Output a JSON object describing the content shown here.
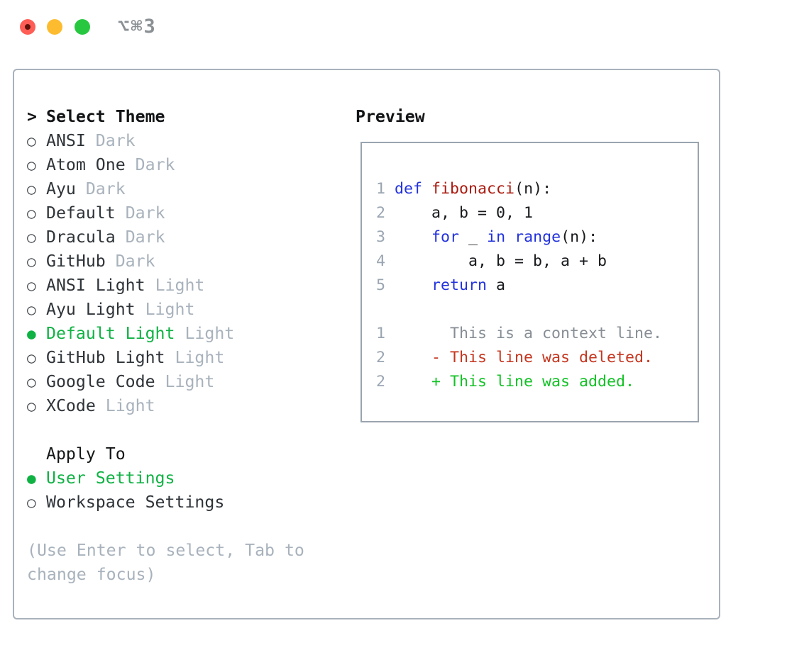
{
  "window": {
    "shortcut_label": "⌥⌘3"
  },
  "traffic_lights": [
    {
      "name": "close",
      "color": "#ff5d55"
    },
    {
      "name": "minimize",
      "color": "#fdbc2f"
    },
    {
      "name": "zoom",
      "color": "#27c83f"
    }
  ],
  "theme_panel": {
    "title": "Select Theme",
    "title_marker": ">",
    "unselected_marker": "○",
    "selected_marker": "●",
    "items": [
      {
        "name": "ANSI",
        "variant": "Dark",
        "selected": false
      },
      {
        "name": "Atom One",
        "variant": "Dark",
        "selected": false
      },
      {
        "name": "Ayu",
        "variant": "Dark",
        "selected": false
      },
      {
        "name": "Default",
        "variant": "Dark",
        "selected": false
      },
      {
        "name": "Dracula",
        "variant": "Dark",
        "selected": false
      },
      {
        "name": "GitHub",
        "variant": "Dark",
        "selected": false
      },
      {
        "name": "ANSI Light",
        "variant": "Light",
        "selected": false
      },
      {
        "name": "Ayu Light",
        "variant": "Light",
        "selected": false
      },
      {
        "name": "Default Light",
        "variant": "Light",
        "selected": true
      },
      {
        "name": "GitHub Light",
        "variant": "Light",
        "selected": false
      },
      {
        "name": "Google Code",
        "variant": "Light",
        "selected": false
      },
      {
        "name": "XCode",
        "variant": "Light",
        "selected": false
      }
    ]
  },
  "apply_panel": {
    "title": "Apply To",
    "options": [
      {
        "label": "User Settings",
        "selected": true
      },
      {
        "label": "Workspace Settings",
        "selected": false
      }
    ]
  },
  "hint_lines": [
    "(Use Enter to select, Tab to",
    "change focus)"
  ],
  "preview": {
    "title": "Preview",
    "code_lines": [
      {
        "num": "1",
        "tokens": [
          {
            "text": "def",
            "type": "keyword"
          },
          {
            "text": " ",
            "type": "plain"
          },
          {
            "text": "fibonacci",
            "type": "function"
          },
          {
            "text": "(n):",
            "type": "plain"
          }
        ]
      },
      {
        "num": "2",
        "tokens": [
          {
            "text": "    a, b = 0, 1",
            "type": "plain"
          }
        ]
      },
      {
        "num": "3",
        "tokens": [
          {
            "text": "    ",
            "type": "plain"
          },
          {
            "text": "for",
            "type": "keyword"
          },
          {
            "text": " _ ",
            "type": "plain"
          },
          {
            "text": "in",
            "type": "keyword"
          },
          {
            "text": " ",
            "type": "plain"
          },
          {
            "text": "range",
            "type": "keyword"
          },
          {
            "text": "(n):",
            "type": "plain"
          }
        ]
      },
      {
        "num": "4",
        "tokens": [
          {
            "text": "        a, b = b, a + b",
            "type": "plain"
          }
        ]
      },
      {
        "num": "5",
        "tokens": [
          {
            "text": "    ",
            "type": "plain"
          },
          {
            "text": "return",
            "type": "keyword"
          },
          {
            "text": " a",
            "type": "plain"
          }
        ]
      }
    ],
    "diff_lines": [
      {
        "num": "1",
        "marker": " ",
        "text": "This is a context line.",
        "type": "context"
      },
      {
        "num": "2",
        "marker": "-",
        "text": "This line was deleted.",
        "type": "deleted"
      },
      {
        "num": "2",
        "marker": "+",
        "text": "This line was added.",
        "type": "added"
      }
    ]
  },
  "colors": {
    "text-dark": "#2e3338",
    "text-black": "#121416",
    "text-dim": "#a8b2bc",
    "marker-gray": "#42484e",
    "accent-green": "#0fb243",
    "code-keyword": "#2232dd",
    "code-function": "#aa1b10",
    "code-plain": "#17191c",
    "line-number": "#9aa5b2",
    "diff-context": "#878e95",
    "diff-deleted": "#c5361f",
    "diff-added": "#13c226",
    "border-main": "#a9b2bc",
    "border-preview": "#9aa4af",
    "shortcut-gray": "#8a8f94",
    "light-red": "#ff5d55",
    "light-red-dot": "#5e120a",
    "light-yellow": "#fdbc2f",
    "light-green": "#27c83f"
  }
}
